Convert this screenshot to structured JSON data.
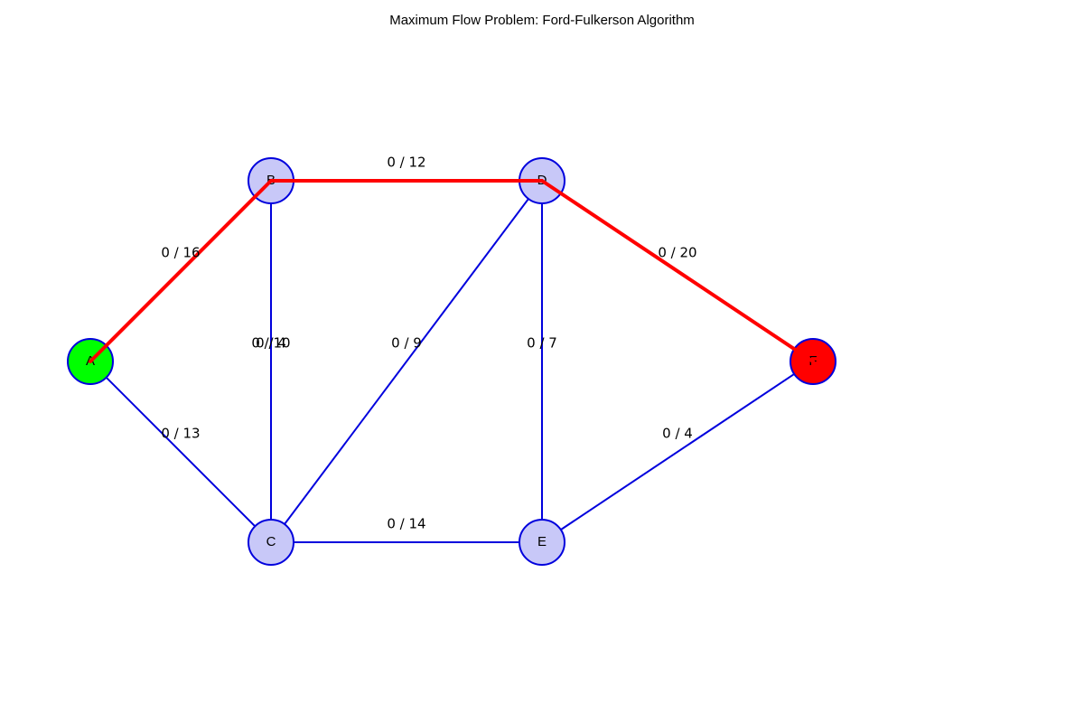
{
  "title": "Maximum Flow Problem: Ford-Fulkerson Algorithm",
  "colors": {
    "node_fill": "#c8c8f8",
    "node_stroke": "#0000dd",
    "source_fill": "#00ff00",
    "sink_fill": "#ff0000",
    "edge": "#0000dd",
    "path": "#ff0000"
  },
  "nodes": [
    {
      "id": "A",
      "label": "A",
      "role": "source"
    },
    {
      "id": "B",
      "label": "B",
      "role": "normal"
    },
    {
      "id": "C",
      "label": "C",
      "role": "normal"
    },
    {
      "id": "D",
      "label": "D",
      "role": "normal"
    },
    {
      "id": "E",
      "label": "E",
      "role": "normal"
    },
    {
      "id": "F",
      "label": "F",
      "role": "sink"
    }
  ],
  "edges": [
    {
      "from": "A",
      "to": "B",
      "flow": 0,
      "capacity": 16,
      "label": "0 / 16",
      "highlighted": true
    },
    {
      "from": "A",
      "to": "C",
      "flow": 0,
      "capacity": 13,
      "label": "0 / 13",
      "highlighted": false
    },
    {
      "from": "B",
      "to": "C",
      "flow": 0,
      "capacity": 10,
      "label": "0 / 10",
      "highlighted": false
    },
    {
      "from": "C",
      "to": "B",
      "flow": 0,
      "capacity": 4,
      "label": "0 / 4",
      "highlighted": false
    },
    {
      "from": "B",
      "to": "D",
      "flow": 0,
      "capacity": 12,
      "label": "0 / 12",
      "highlighted": true
    },
    {
      "from": "C",
      "to": "D",
      "flow": 0,
      "capacity": 9,
      "label": "0 / 9",
      "highlighted": false
    },
    {
      "from": "C",
      "to": "E",
      "flow": 0,
      "capacity": 14,
      "label": "0 / 14",
      "highlighted": false
    },
    {
      "from": "D",
      "to": "E",
      "flow": 0,
      "capacity": 7,
      "label": "0 / 7",
      "highlighted": false
    },
    {
      "from": "D",
      "to": "F",
      "flow": 0,
      "capacity": 20,
      "label": "0 / 20",
      "highlighted": true
    },
    {
      "from": "E",
      "to": "F",
      "flow": 0,
      "capacity": 4,
      "label": "0 / 4",
      "highlighted": false
    }
  ]
}
